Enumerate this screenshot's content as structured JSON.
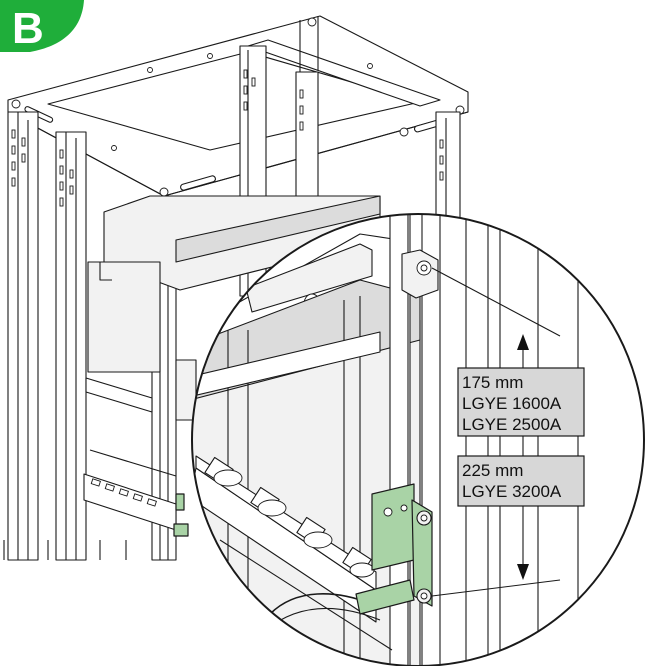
{
  "badge": {
    "letter": "B",
    "color": "#1fae3a"
  },
  "label_box_1": {
    "lines": [
      "175 mm",
      "LGYE 1600A",
      "LGYE 2500A"
    ],
    "fill": "#d7d7d7"
  },
  "label_box_2": {
    "lines": [
      "225 mm",
      "LGYE 3200A"
    ],
    "fill": "#d7d7d7"
  },
  "bracket_color": "#a9d3a6"
}
